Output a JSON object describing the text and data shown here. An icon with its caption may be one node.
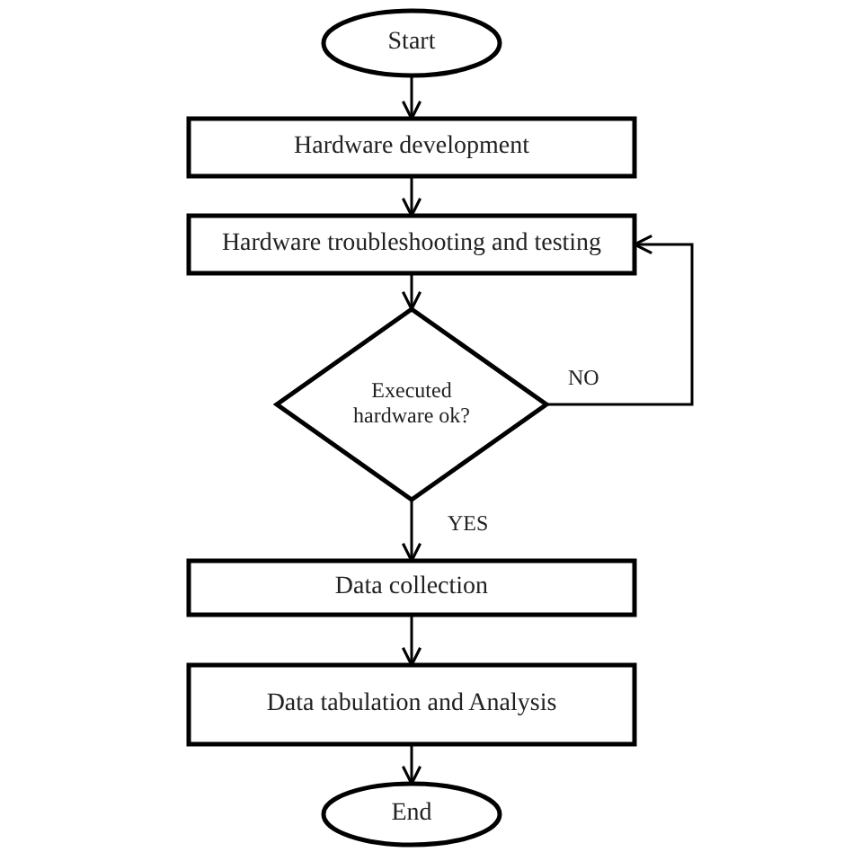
{
  "diagram": {
    "nodes": [
      {
        "text": [
          "Start"
        ]
      },
      {
        "text": [
          "Hardware development"
        ]
      },
      {
        "text": [
          "Hardware troubleshooting and testing"
        ]
      },
      {
        "text": [
          "Executed hardware ok?"
        ]
      },
      {
        "text": [
          "Data collection"
        ]
      },
      {
        "text": [
          "Data tabulation and Analysis"
        ]
      },
      {
        "text": [
          "End"
        ]
      }
    ],
    "edges": [
      {
        "from": 0,
        "to": 1,
        "arrow": "to"
      },
      {
        "from": 1,
        "to": 2,
        "arrow": "to"
      },
      {
        "from": 2,
        "to": 3,
        "arrow": "to"
      },
      {
        "from": 3,
        "to": 2,
        "arrow": "to",
        "label": "NO"
      },
      {
        "from": 3,
        "to": 4,
        "arrow": "to",
        "label": "YES"
      },
      {
        "from": 4,
        "to": 5,
        "arrow": "to"
      },
      {
        "from": 5,
        "to": 6,
        "arrow": "to"
      }
    ]
  }
}
